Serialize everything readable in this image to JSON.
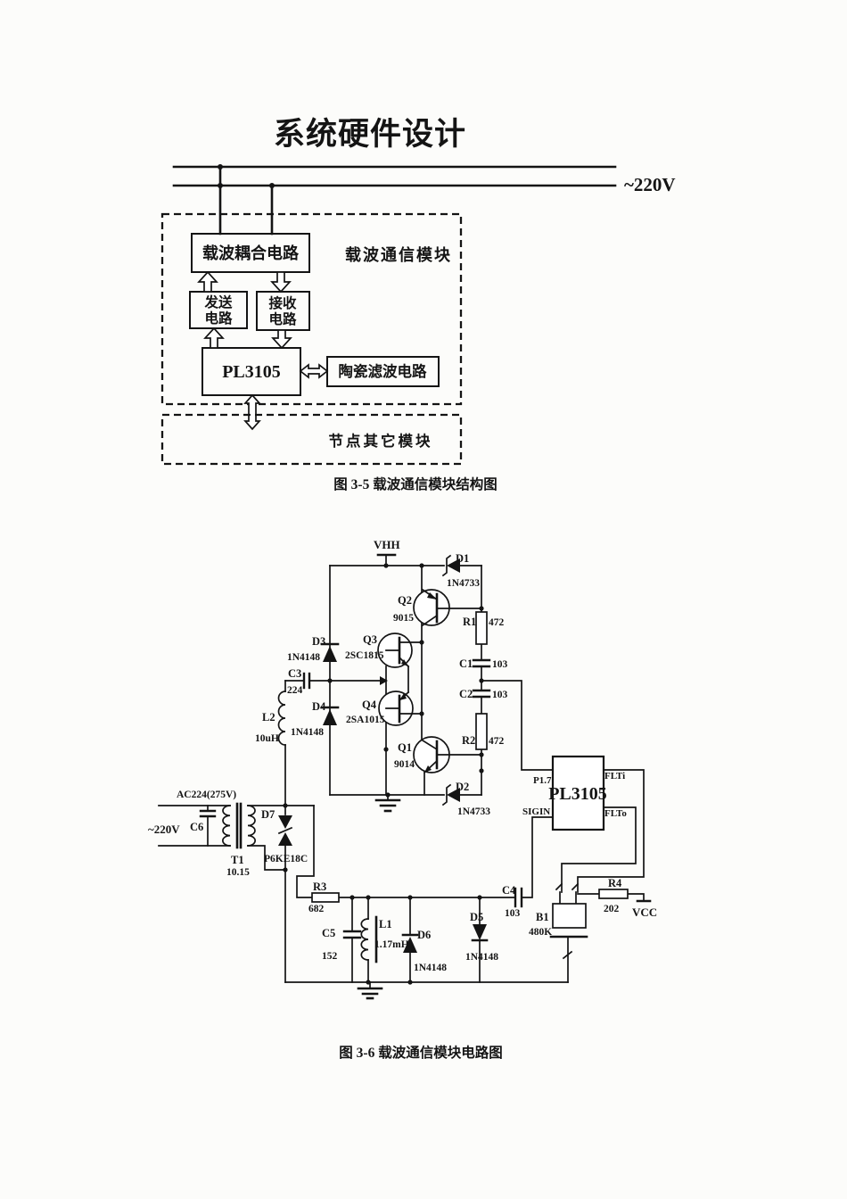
{
  "title": "系统硬件设计",
  "fig35": {
    "mains_label": "~220V",
    "module_label": "载波通信模块",
    "coupling_box": "载波耦合电路",
    "tx_line1": "发送",
    "tx_line2": "电路",
    "rx_line1": "接收",
    "rx_line2": "电路",
    "chip": "PL3105",
    "filter_box": "陶瓷滤波电路",
    "other_box": "节点其它模块",
    "caption": "图 3-5  载波通信模块结构图"
  },
  "fig36": {
    "caption": "图 3-6  载波通信模块电路图",
    "power": {
      "vhh": "VHH",
      "vcc": "VCC",
      "ac": "~220V"
    },
    "chip": {
      "name": "PL3105",
      "pin_p17": "P1.7",
      "pin_sigin": "SIGIN",
      "pin_flti": "FLTi",
      "pin_flto": "FLTo"
    },
    "components": {
      "d1": {
        "ref": "D1",
        "val": "1N4733"
      },
      "d2": {
        "ref": "D2",
        "val": "1N4733"
      },
      "d3": {
        "ref": "D3",
        "val": "1N4148"
      },
      "d4": {
        "ref": "D4",
        "val": "1N4148"
      },
      "d5": {
        "ref": "D5",
        "val": "1N4148"
      },
      "d6": {
        "ref": "D6",
        "val": "1N4148"
      },
      "d7": {
        "ref": "D7",
        "val": "P6KE18C"
      },
      "q1": {
        "ref": "Q1",
        "val": "9014"
      },
      "q2": {
        "ref": "Q2",
        "val": "9015"
      },
      "q3": {
        "ref": "Q3",
        "val": "2SC1815"
      },
      "q4": {
        "ref": "Q4",
        "val": "2SA1015"
      },
      "r1": {
        "ref": "R1",
        "val": "472"
      },
      "r2": {
        "ref": "R2",
        "val": "472"
      },
      "r3": {
        "ref": "R3",
        "val": "682"
      },
      "r4": {
        "ref": "R4",
        "val": "202"
      },
      "c1": {
        "ref": "C1",
        "val": "103"
      },
      "c2": {
        "ref": "C2",
        "val": "103"
      },
      "c3": {
        "ref": "C3",
        "val": "224"
      },
      "c4": {
        "ref": "C4",
        "val": "103"
      },
      "c5": {
        "ref": "C5",
        "val": "152"
      },
      "c6": {
        "ref": "C6",
        "val": "AC224(275V)"
      },
      "l1": {
        "ref": "L1",
        "val": "1.17mH"
      },
      "l2": {
        "ref": "L2",
        "val": "10uH"
      },
      "t1": {
        "ref": "T1",
        "val": "10.15"
      },
      "b1": {
        "ref": "B1",
        "val": "480K"
      }
    }
  }
}
